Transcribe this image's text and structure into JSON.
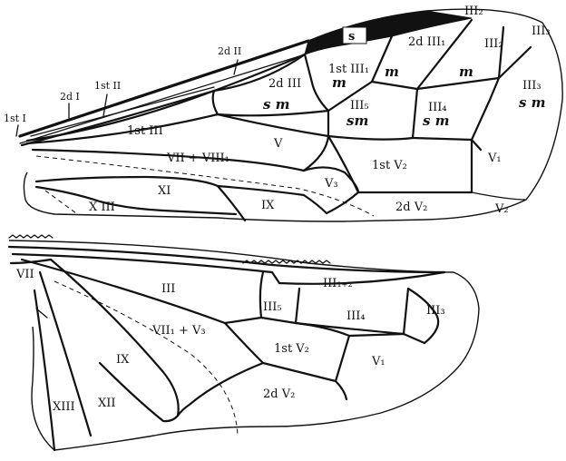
{
  "forewing": {
    "labels": [
      "1st I",
      "2d I",
      "1st II",
      "2d II",
      "s",
      "2d III₁",
      "III₂",
      "III₂",
      "III₃",
      "1st III₁",
      "m",
      "m",
      "m",
      "2d III",
      "s m",
      "III₃",
      "s m",
      "1st III",
      "III₅",
      "sm",
      "III₄",
      "s m",
      "V",
      "VII + VIII₁",
      "1st V₂",
      "V₁",
      "V₃",
      "XI",
      "X III",
      "IX",
      "2d V₂",
      "V₂"
    ]
  },
  "hindwing": {
    "labels": [
      "VII",
      "III",
      "III₁₊₂",
      "III₅",
      "III₄",
      "III₃",
      "VII₁ + V₃",
      "1st V₂",
      "V₁",
      "IX",
      "2d V₂",
      "XIII",
      "XII"
    ]
  }
}
